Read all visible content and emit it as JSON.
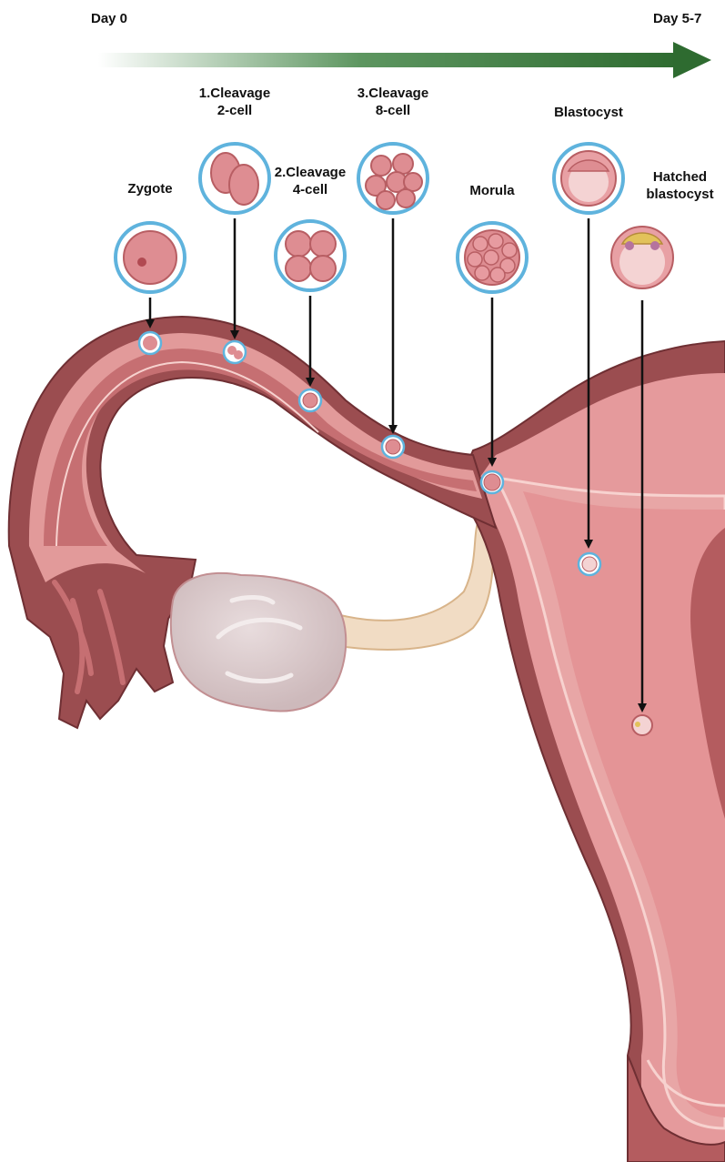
{
  "timeline": {
    "start_label": "Day 0",
    "end_label": "Day 5-7",
    "arrow_color": "#2e6b30"
  },
  "stages": [
    {
      "id": "zygote",
      "lines": [
        "Zygote"
      ]
    },
    {
      "id": "cleavage-2-cell",
      "lines": [
        "1.Cleavage",
        "2-cell"
      ]
    },
    {
      "id": "cleavage-4-cell",
      "lines": [
        "2.Cleavage",
        "4-cell"
      ]
    },
    {
      "id": "cleavage-8-cell",
      "lines": [
        "3.Cleavage",
        "8-cell"
      ]
    },
    {
      "id": "morula",
      "lines": [
        "Morula"
      ]
    },
    {
      "id": "blastocyst",
      "lines": [
        "Blastocyst"
      ]
    },
    {
      "id": "hatched-blastocyst",
      "lines": [
        "Hatched",
        "blastocyst"
      ]
    }
  ],
  "colors": {
    "tube_outer": "#9b4d50",
    "tube_mid": "#e29a9a",
    "tube_lumen": "#c66f72",
    "uterus_wall": "#9b4d50",
    "uterus_inner": "#e59a9c",
    "ovary": "#d9c9cb",
    "ligament": "#f1dcc4",
    "embryo_ring": "#5fb3dd",
    "cell": "#de8d92"
  }
}
